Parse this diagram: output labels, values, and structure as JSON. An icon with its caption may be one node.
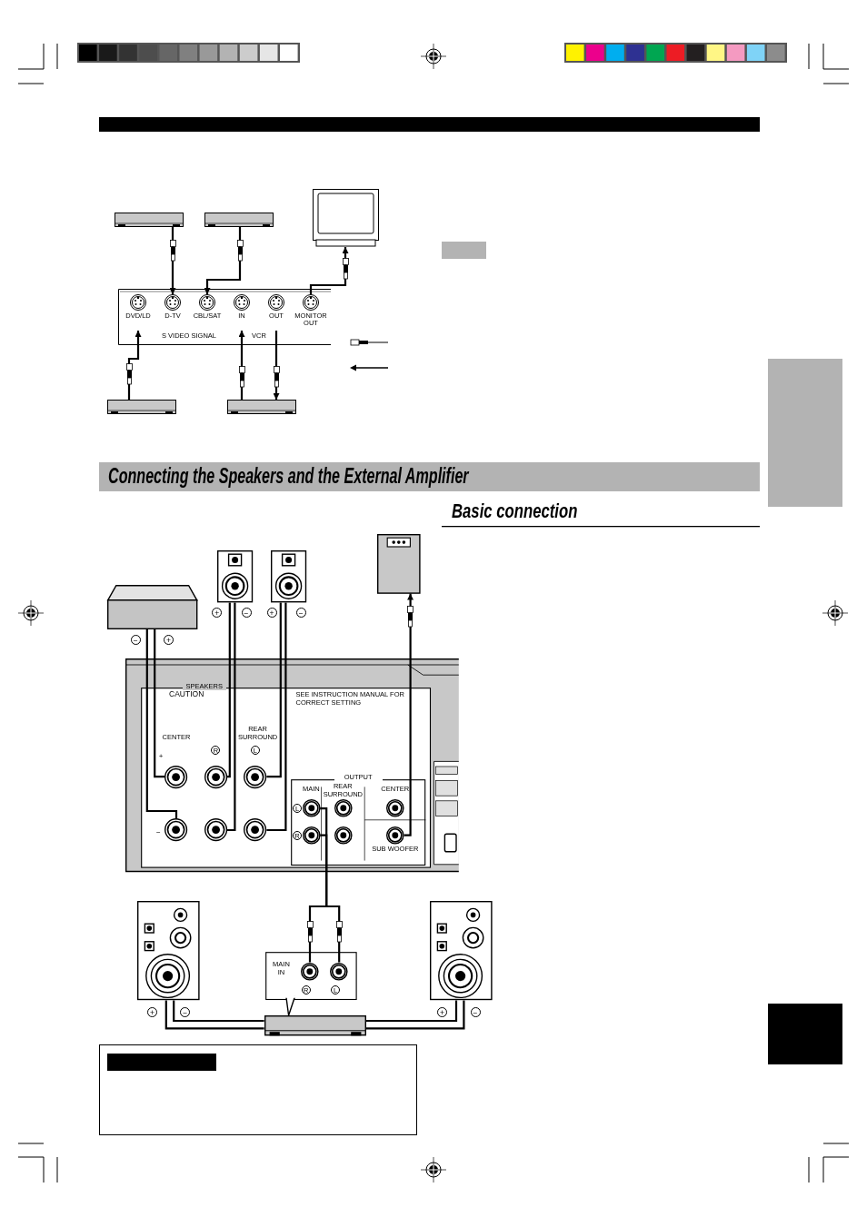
{
  "diagram": {
    "title": "Connecting the Speakers and the External Amplifier",
    "nodes": [
      {
        "text": [],
        "shape": "box"
      },
      {
        "text": [],
        "shape": "box"
      },
      {
        "text": [],
        "shape": "monitor"
      },
      {
        "text": [
          "S VIDEO SIGNAL",
          "VCR"
        ]
      },
      {
        "text": [
          "DVD/LD"
        ],
        "in": 3
      },
      {
        "text": [
          "D-TV"
        ],
        "in": 3
      },
      {
        "text": [
          "CBL/SAT"
        ],
        "in": 3
      },
      {
        "text": [
          "IN"
        ],
        "in": 3
      },
      {
        "text": [
          "OUT"
        ],
        "in": 3
      },
      {
        "text": [
          "MONITOR OUT"
        ],
        "in": 3
      },
      {
        "text": [],
        "shape": "box"
      },
      {
        "text": [],
        "shape": "box"
      },
      {
        "text": [],
        "shape": "speaker",
        "beside": [
          "−",
          "+"
        ]
      },
      {
        "text": [],
        "shape": "speaker",
        "beside": [
          "+",
          "−"
        ]
      },
      {
        "text": [],
        "shape": "speaker",
        "beside": [
          "+",
          "−"
        ]
      },
      {
        "text": [],
        "shape": "speaker"
      },
      {
        "text": [],
        "shape": "panel"
      },
      {
        "text": [
          "SPEAKERS",
          "CAUTION",
          "SEE INSTRUCTION MANUAL FOR CORRECT SETTING",
          "CENTER",
          "REAR SURROUND"
        ],
        "in": 16
      },
      {
        "text": [
          "OUTPUT",
          "MAIN",
          "REAR SURROUND",
          "CENTER",
          "SUB WOOFER"
        ],
        "in": 17
      },
      {
        "text": [],
        "shape": "circle",
        "in": 17,
        "beside": [
          "+"
        ]
      },
      {
        "text": [],
        "shape": "circle",
        "in": 17,
        "beside": [
          "−"
        ]
      },
      {
        "text": [],
        "shape": "circle",
        "in": 17
      },
      {
        "text": [],
        "shape": "circle",
        "in": 17
      },
      {
        "text": [],
        "shape": "circle",
        "in": 17
      },
      {
        "text": [],
        "shape": "circle",
        "in": 17
      },
      {
        "text": [],
        "shape": "circle",
        "in": 18,
        "beside": [
          "L"
        ]
      },
      {
        "text": [],
        "shape": "circle",
        "in": 18
      },
      {
        "text": [],
        "shape": "circle",
        "in": 18
      },
      {
        "text": [],
        "shape": "circle",
        "in": 18,
        "beside": [
          "R"
        ]
      },
      {
        "text": [],
        "shape": "circle",
        "in": 18
      },
      {
        "text": [],
        "shape": "circle",
        "in": 18
      },
      {
        "text": [],
        "shape": "speaker",
        "beside": [
          "+",
          "−"
        ]
      },
      {
        "text": [
          "MAIN IN"
        ]
      },
      {
        "text": [],
        "shape": "circle",
        "in": 32,
        "beside": [
          "R"
        ]
      },
      {
        "text": [],
        "shape": "circle",
        "in": 32,
        "beside": [
          "L"
        ]
      },
      {
        "text": [],
        "shape": "speaker",
        "beside": [
          "+",
          "−"
        ]
      },
      {
        "text": [],
        "shape": "box"
      }
    ],
    "edges": [
      {
        "from": 0,
        "to": 5,
        "arrow": "to"
      },
      {
        "from": 1,
        "to": 6,
        "arrow": "to"
      },
      {
        "from": 9,
        "to": 2,
        "arrow": "to"
      },
      {
        "from": 10,
        "to": 4,
        "arrow": "to"
      },
      {
        "from": 11,
        "to": 7,
        "arrow": "to"
      },
      {
        "from": 8,
        "to": 11,
        "arrow": "to"
      },
      {
        "from": 12,
        "to": 19,
        "arrow": "none"
      },
      {
        "from": 12,
        "to": 20,
        "arrow": "none"
      },
      {
        "from": 13,
        "to": 21,
        "arrow": "none"
      },
      {
        "from": 13,
        "to": 22,
        "arrow": "none"
      },
      {
        "from": 14,
        "to": 23,
        "arrow": "none"
      },
      {
        "from": 14,
        "to": 24,
        "arrow": "none"
      },
      {
        "from": 30,
        "to": 15,
        "arrow": "to"
      },
      {
        "from": 25,
        "to": 34,
        "arrow": "none"
      },
      {
        "from": 28,
        "to": 33,
        "arrow": "none"
      },
      {
        "from": 36,
        "to": 31,
        "arrow": "none"
      },
      {
        "from": 36,
        "to": 31,
        "arrow": "none"
      },
      {
        "from": 36,
        "to": 35,
        "arrow": "none"
      },
      {
        "from": 36,
        "to": 35,
        "arrow": "none"
      }
    ],
    "labels": [
      "R",
      "L",
      "Basic connection"
    ]
  }
}
